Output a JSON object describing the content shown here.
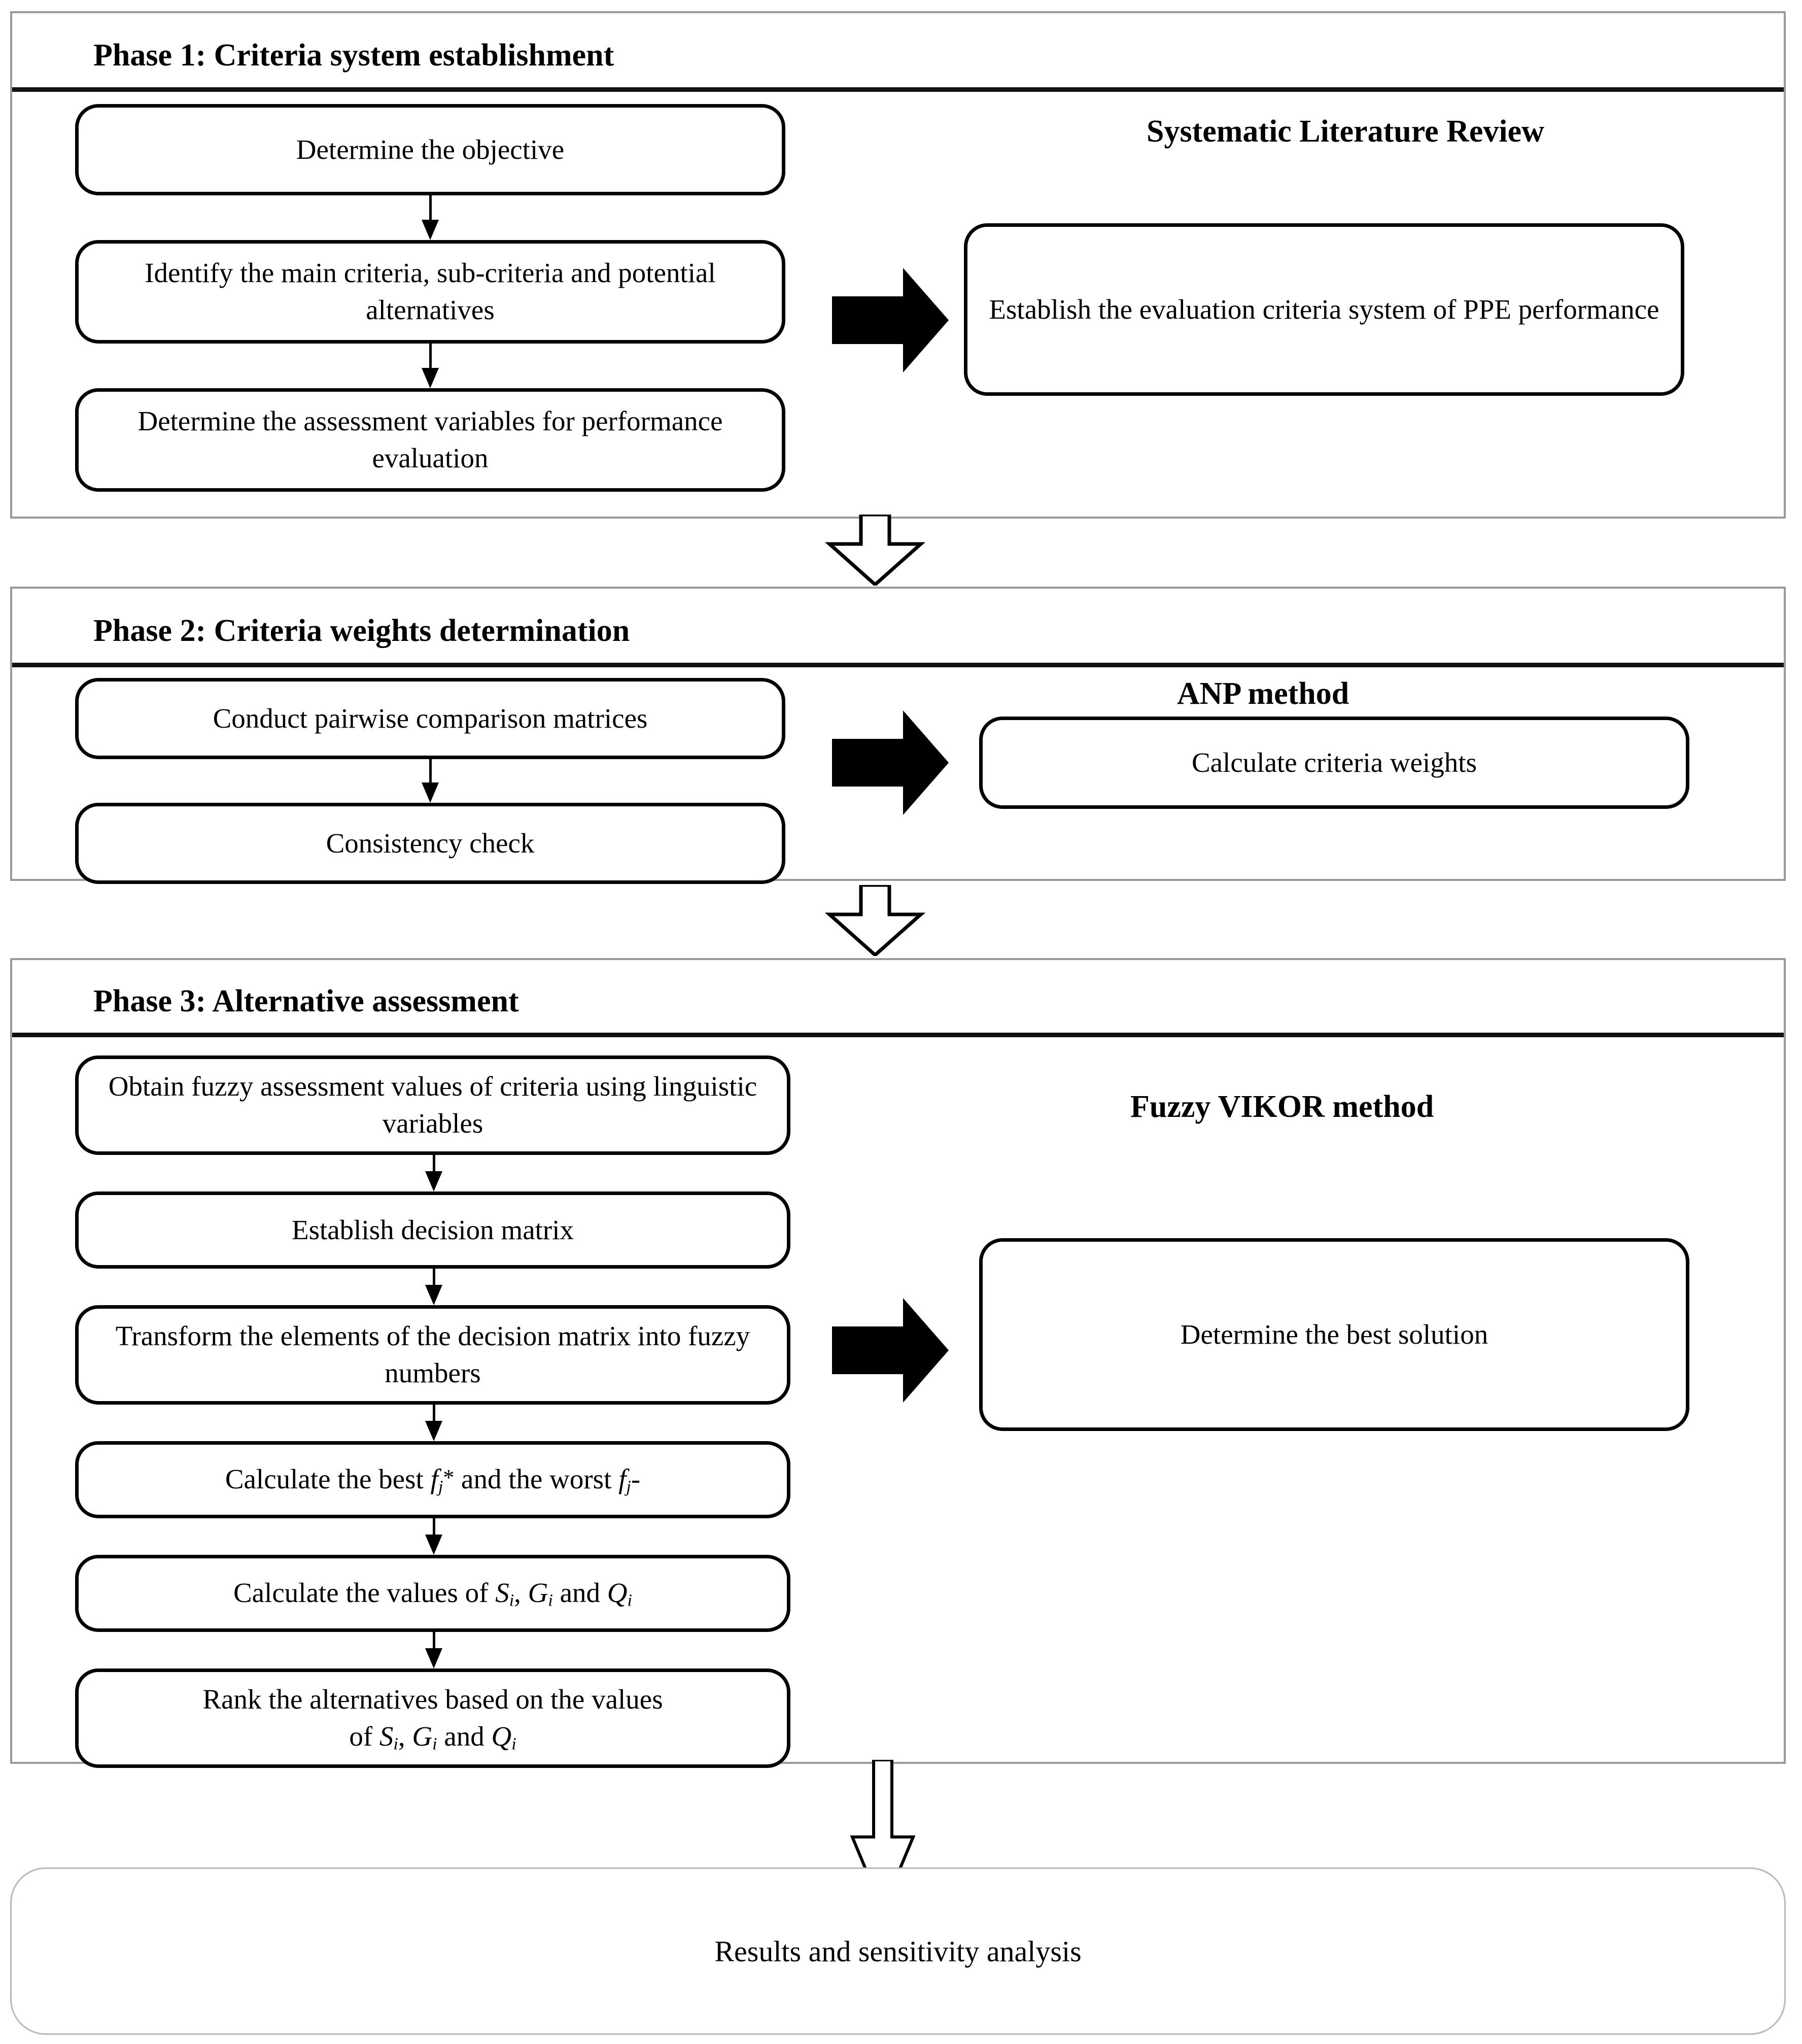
{
  "figure": {
    "type": "flowchart",
    "orientation": "vertical",
    "phases": [
      {
        "id": "phase1",
        "title": "Phase 1: Criteria system establishment",
        "method_caption": "Systematic Literature Review",
        "steps": [
          "Determine the objective",
          "Identify the main criteria, sub-criteria and potential alternatives",
          "Determine the assessment variables for performance evaluation"
        ],
        "outcome": "Establish the evaluation criteria system of PPE performance"
      },
      {
        "id": "phase2",
        "title": "Phase 2: Criteria weights determination",
        "method_caption": "ANP method",
        "steps": [
          "Conduct pairwise comparison matrices",
          "Consistency check"
        ],
        "outcome": "Calculate criteria weights"
      },
      {
        "id": "phase3",
        "title": "Phase 3: Alternative assessment",
        "method_caption": "Fuzzy VIKOR method",
        "steps": [
          "Obtain fuzzy assessment values of criteria using linguistic variables",
          "Establish decision matrix",
          "Transform the elements of the decision matrix  into fuzzy numbers",
          "Calculate the best fj* and the worst fj-",
          "Calculate the values of Si, Gi and Qi",
          "Rank the alternatives based on the values of Si, Gi and Qi"
        ],
        "outcome": "Determine the best solution"
      }
    ],
    "final_step": "Results and sensitivity analysis",
    "step_fragments": {
      "p3s4": {
        "lead": "Calculate the best ",
        "f1": "f",
        "j1": "j",
        "star": "*",
        "mid": " and the worst ",
        "f2": "f",
        "j2": "j",
        "minus": "-"
      },
      "p3s5": {
        "lead": "Calculate the values of ",
        "s": "S",
        "si": "i",
        "c1": ", ",
        "g": "G",
        "gi": "i",
        "c2": " and ",
        "q": "Q",
        "qi": "i"
      },
      "p3s6": {
        "line1": "Rank the alternatives based on the values",
        "lead": "of ",
        "s": "S",
        "si": "i",
        "c1": ", ",
        "g": "G",
        "gi": "i",
        "c2": " and ",
        "q": "Q",
        "qi": "i"
      }
    },
    "icons": {
      "block_arrow": "block-right-arrow-icon",
      "hollow_arrow": "hollow-down-arrow-icon",
      "connector_arrow": "down-arrow-connector-icon"
    },
    "colors": {
      "frame_border": "#9a9a9a",
      "title_rule": "#111111",
      "box_border": "#000000",
      "arrow_fill": "#000000",
      "result_border": "#b9b9b9",
      "background": "#ffffff"
    }
  }
}
